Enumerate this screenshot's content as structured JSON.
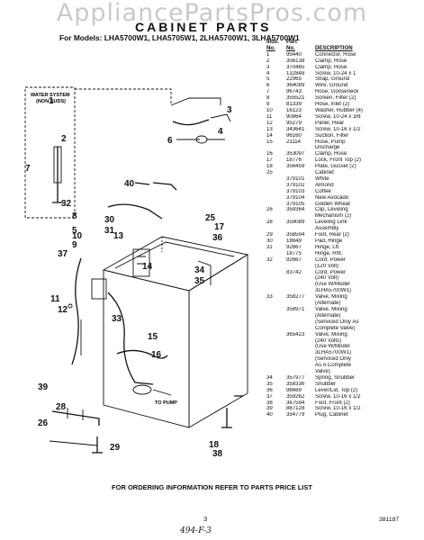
{
  "watermark": "AppliancePartsPros.com",
  "title": "CABINET PARTS",
  "models": "For Models: LHA5700W1, LHA5705W1, 2LHA5700W1, 3LHA5700W1",
  "headers": {
    "illus": "Illus.",
    "no": "No.",
    "part": "Part",
    "part_no": "No.",
    "description": "DESCRIPTION"
  },
  "parts": [
    [
      "1",
      "95440",
      "Connector, Hose"
    ],
    [
      "2",
      "356138",
      "Clamp, Hose"
    ],
    [
      "3",
      "370465",
      "Clamp, Hose"
    ],
    [
      "4",
      "132848",
      "Screw, 10-24 x 1"
    ],
    [
      "5",
      "22965",
      "Strap, Ground"
    ],
    [
      "6",
      "364089",
      "Wire, Ground"
    ],
    [
      "7",
      "96743",
      "Hose, Gooseneck"
    ],
    [
      "8",
      "355521",
      "Screen, Filter (2)"
    ],
    [
      "9",
      "81339",
      "Hose, Inlet (2)"
    ],
    [
      "10",
      "16123",
      "Washer, Rubber (4)"
    ],
    [
      "11",
      "90864",
      "Screw, 10-24 x 3/8"
    ],
    [
      "12",
      "95279",
      "Panel, Rear"
    ],
    [
      "13",
      "343641",
      "Screw, 10-16 x 1/2"
    ],
    [
      "14",
      "96160",
      "Suction, Filter"
    ],
    [
      "15",
      "21114",
      "Hose, Pump"
    ],
    [
      "",
      "",
      "Discharge"
    ],
    [
      "16",
      "353097",
      "Clamp, Hose"
    ],
    [
      "17",
      "18776",
      "Lock, Front Top (2)"
    ],
    [
      "18",
      "356459",
      "Plate, Gusset (2)"
    ],
    [
      "25",
      "",
      "Cabinet"
    ],
    [
      "",
      "379101",
      "White"
    ],
    [
      "",
      "379102",
      "Almond"
    ],
    [
      "",
      "379103",
      "Coffee"
    ],
    [
      "",
      "379104",
      "New Avocado"
    ],
    [
      "",
      "379105",
      "Golden Wheat"
    ],
    [
      "26",
      "359364",
      "Clip, Leveling"
    ],
    [
      "",
      "",
      "Mechanism (2)"
    ],
    [
      "28",
      "359089",
      "Leveling Link"
    ],
    [
      "",
      "",
      "Assembly"
    ],
    [
      "29",
      "358594",
      "Foot, Rear (2)"
    ],
    [
      "30",
      "18849",
      "Pad, Hinge"
    ],
    [
      "31",
      "92667",
      "Hinge, Lft."
    ],
    [
      "",
      "18775",
      "Hinge, Rht."
    ],
    [
      "32",
      "92667",
      "Cord, Power"
    ],
    [
      "",
      "",
      "(120 Volt)"
    ],
    [
      "",
      "83742",
      "Cord, Power"
    ],
    [
      "",
      "",
      "(240 Volt)"
    ],
    [
      "",
      "",
      "(Use W/Model"
    ],
    [
      "",
      "",
      "3LHA5700W1)"
    ],
    [
      "33",
      "358277",
      "Valve, Mixing"
    ],
    [
      "",
      "",
      "(Alternate)"
    ],
    [
      "",
      "358971",
      "Valve, Mixing"
    ],
    [
      "",
      "",
      "(Alternate)"
    ],
    [
      "",
      "",
      "(Serviced Only As"
    ],
    [
      "",
      "",
      "Complete Valve)"
    ],
    [
      "",
      "365423",
      "Valve, Mixing"
    ],
    [
      "",
      "",
      "(240 Volts)"
    ],
    [
      "",
      "",
      "(Use W/Model"
    ],
    [
      "",
      "",
      "3LHA5700W1)"
    ],
    [
      "",
      "",
      "(Serviced Only"
    ],
    [
      "",
      "",
      "As A Complete"
    ],
    [
      "",
      "",
      "Valve)"
    ],
    [
      "34",
      "357977",
      "Spring, Snubber"
    ],
    [
      "35",
      "358336",
      "Snubber"
    ],
    [
      "36",
      "98669",
      "Lever/Lid, Top (2)"
    ],
    [
      "37",
      "359262",
      "Screw, 10-16 x 1/2"
    ],
    [
      "38",
      "367594",
      "Foot, Front (2)"
    ],
    [
      "39",
      "887128",
      "Screw, 10-16 x 1/2"
    ],
    [
      "40",
      "354779",
      "Plug, Cabinet"
    ]
  ],
  "diagram": {
    "inset_label_1": "WATER SYSTEM",
    "inset_label_2": "(NON-SUDS)",
    "to_pump": "TO PUMP",
    "callouts": [
      "1",
      "2",
      "3",
      "4",
      "5",
      "6",
      "7",
      "8",
      "9",
      "10",
      "11",
      "12",
      "13",
      "14",
      "15",
      "16",
      "17",
      "18",
      "25",
      "26",
      "28",
      "29",
      "30",
      "31",
      "32",
      "33",
      "34",
      "35",
      "36",
      "37",
      "38",
      "39",
      "40"
    ]
  },
  "footer": "FOR ORDERING INFORMATION REFER TO PARTS PRICE LIST",
  "page_number": "3",
  "doc_number": "381187",
  "handwritten_note": "494-F-3"
}
